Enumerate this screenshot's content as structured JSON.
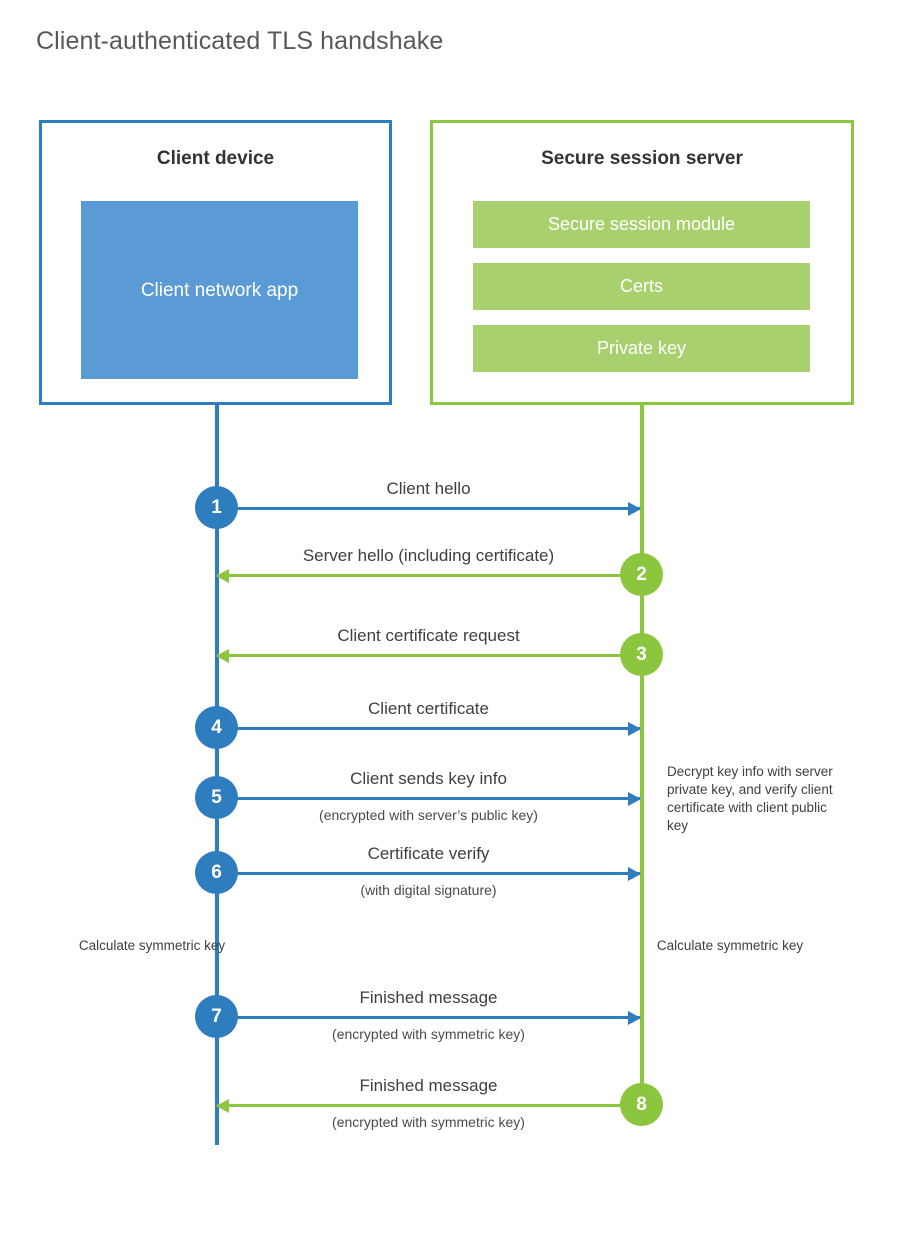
{
  "title": "Client-authenticated TLS handshake",
  "colors": {
    "client_blue": "#2E7DBF",
    "client_app_blue": "#5B9BD5",
    "server_green": "#8CC63E",
    "server_bar_green": "#A8D06E",
    "title_gray": "#585858",
    "text_gray": "#3F3F3F",
    "background": "#FFFFFF"
  },
  "client": {
    "title": "Client device",
    "app_label": "Client network app"
  },
  "server": {
    "title": "Secure session server",
    "components": [
      "Secure session module",
      "Certs",
      "Private key"
    ]
  },
  "steps": [
    {
      "number": "1",
      "label": "Client hello",
      "sub": "",
      "direction": "client-to-server",
      "color": "blue"
    },
    {
      "number": "2",
      "label": "Server hello (including certificate)",
      "sub": "",
      "direction": "server-to-client",
      "color": "green"
    },
    {
      "number": "3",
      "label": "Client certificate request",
      "sub": "",
      "direction": "server-to-client",
      "color": "green"
    },
    {
      "number": "4",
      "label": "Client certificate",
      "sub": "",
      "direction": "client-to-server",
      "color": "blue"
    },
    {
      "number": "5",
      "label": "Client sends key info",
      "sub": "(encrypted with server’s public key)",
      "direction": "client-to-server",
      "color": "blue"
    },
    {
      "number": "6",
      "label": "Certificate verify",
      "sub": "(with digital signature)",
      "direction": "client-to-server",
      "color": "blue"
    },
    {
      "number": "7",
      "label": "Finished message",
      "sub": "(encrypted with symmetric key)",
      "direction": "client-to-server",
      "color": "blue"
    },
    {
      "number": "8",
      "label": "Finished message",
      "sub": "(encrypted with symmetric key)",
      "direction": "server-to-client",
      "color": "green"
    }
  ],
  "notes": {
    "decrypt": "Decrypt key info with server private key, and verify client certificate with client public key",
    "calculate_client": "Calculate symmetric key",
    "calculate_server": "Calculate symmetric key"
  }
}
